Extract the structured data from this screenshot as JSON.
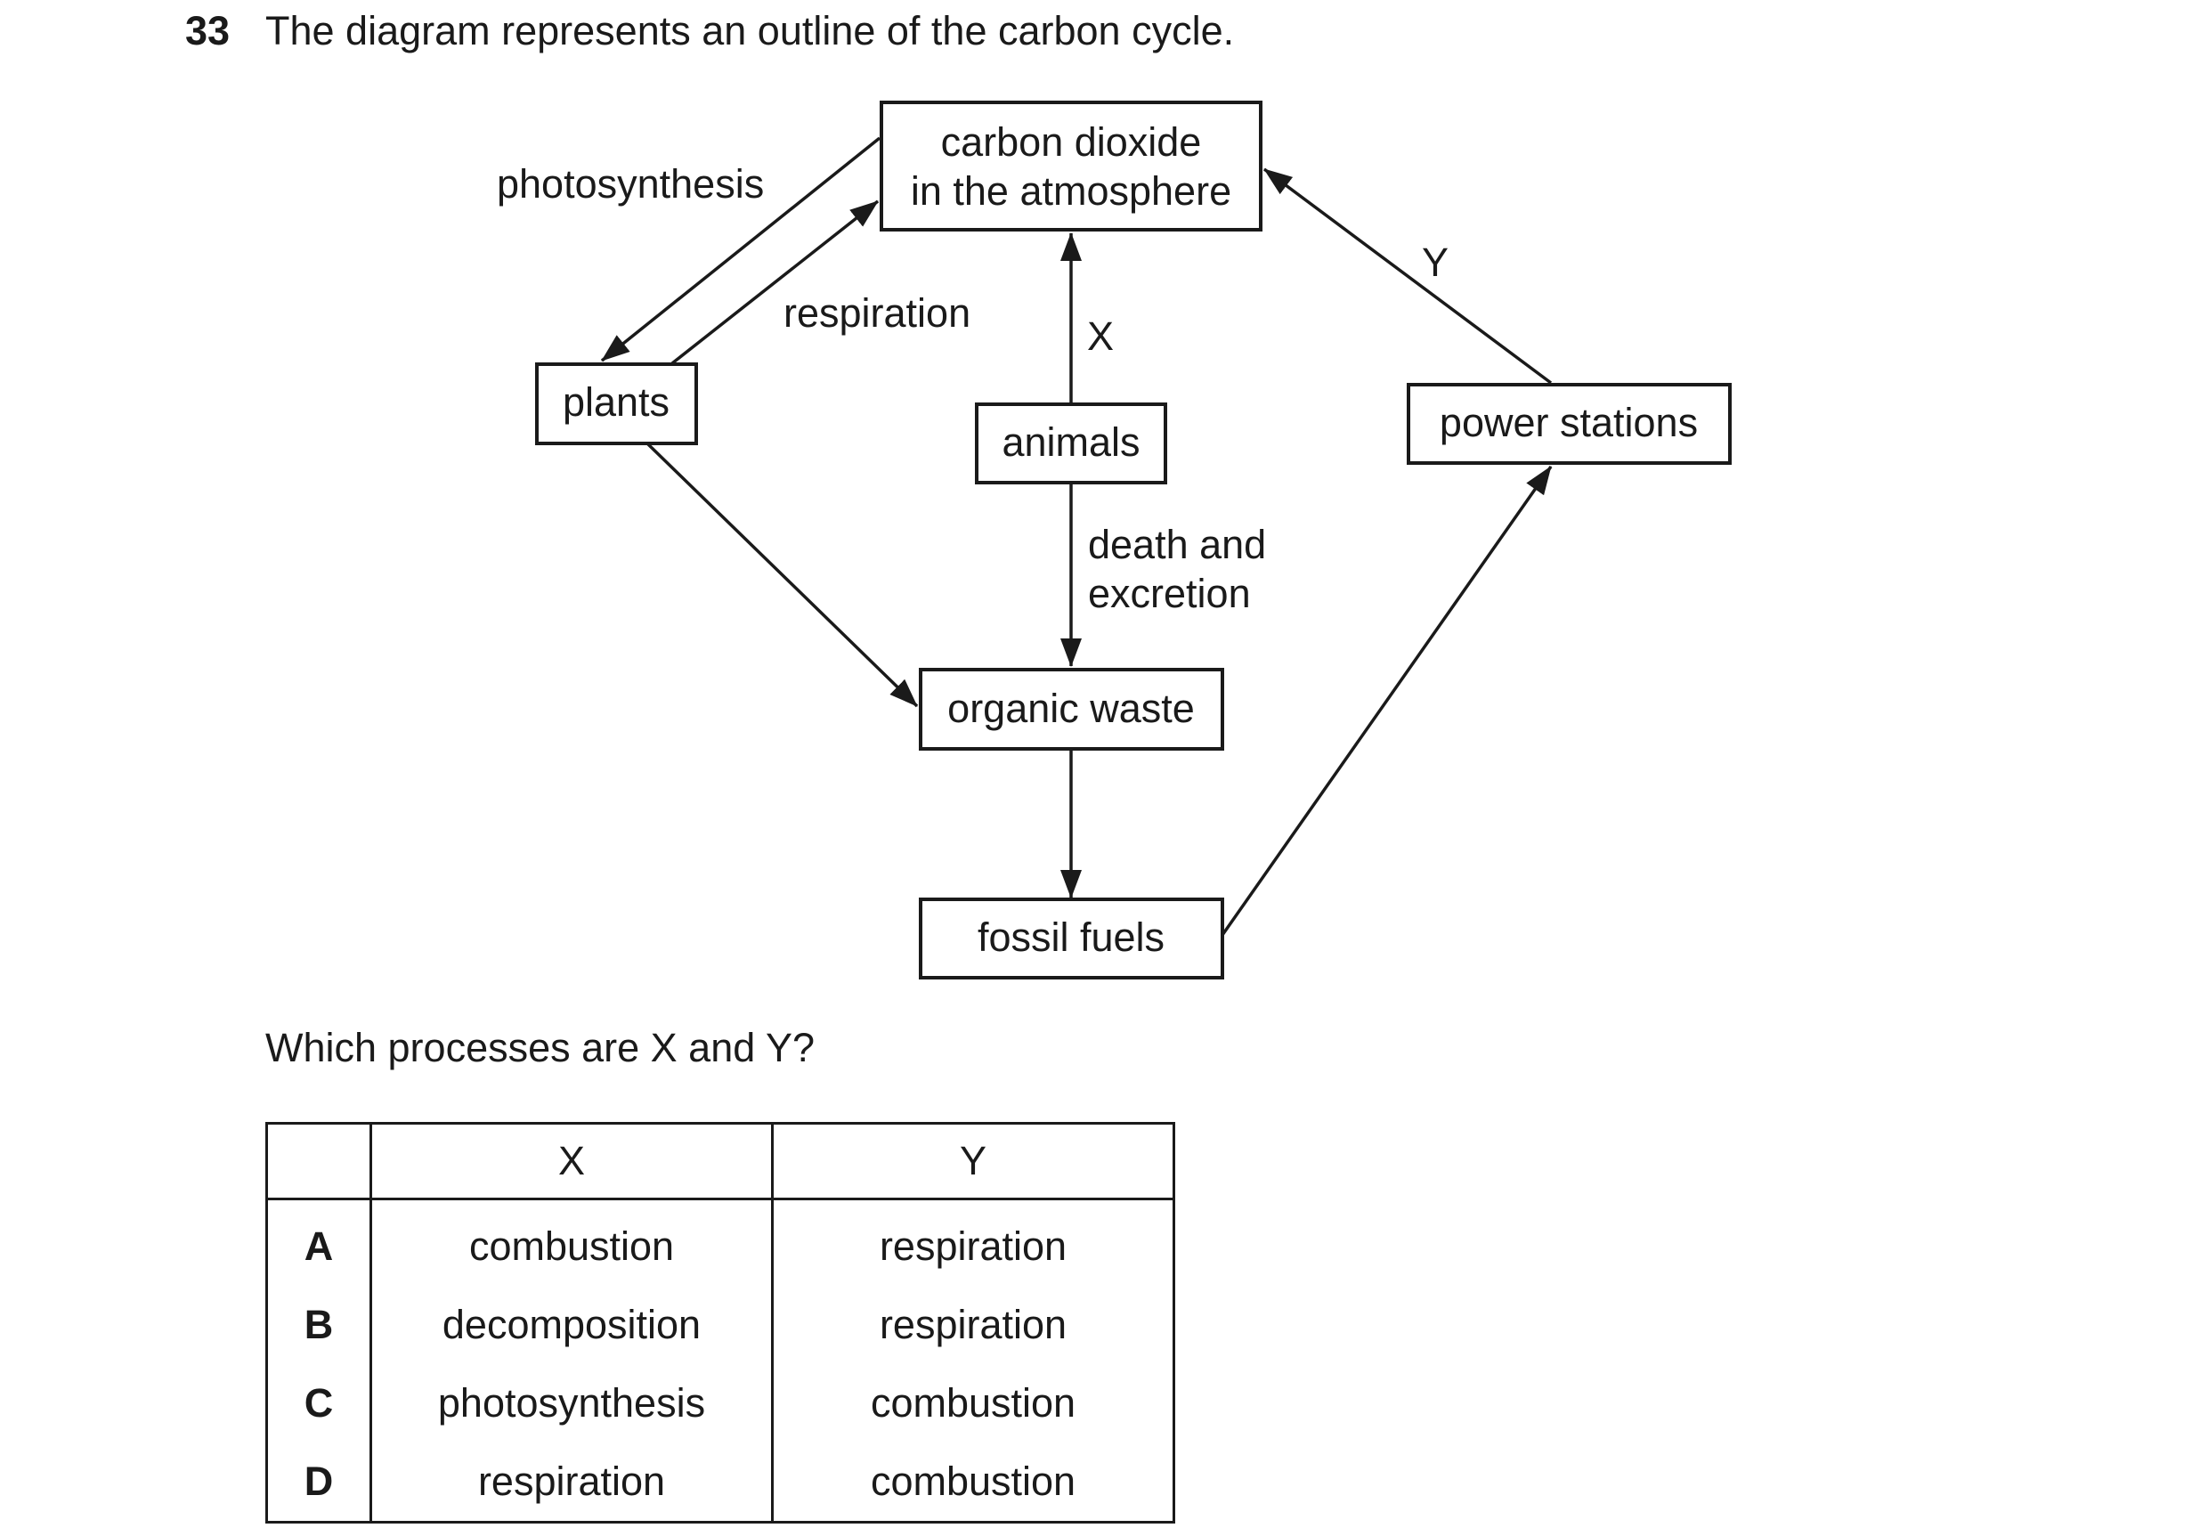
{
  "question": {
    "number": "33",
    "text": "The diagram represents an outline of the carbon cycle."
  },
  "diagram": {
    "nodes": {
      "co2": [
        "carbon dioxide",
        "in the atmosphere"
      ],
      "plants": "plants",
      "animals": "animals",
      "power_stations": "power stations",
      "organic_waste": "organic waste",
      "fossil_fuels": "fossil fuels"
    },
    "labels": {
      "photosynthesis": "photosynthesis",
      "respiration": "respiration",
      "x": "X",
      "y": "Y",
      "death_excretion": [
        "death and",
        "excretion"
      ]
    }
  },
  "prompt": "Which processes are X and Y?",
  "table": {
    "headers": [
      "",
      "X",
      "Y"
    ],
    "rows": [
      {
        "option": "A",
        "x": "combustion",
        "y": "respiration"
      },
      {
        "option": "B",
        "x": "decomposition",
        "y": "respiration"
      },
      {
        "option": "C",
        "x": "photosynthesis",
        "y": "combustion"
      },
      {
        "option": "D",
        "x": "respiration",
        "y": "combustion"
      }
    ]
  }
}
